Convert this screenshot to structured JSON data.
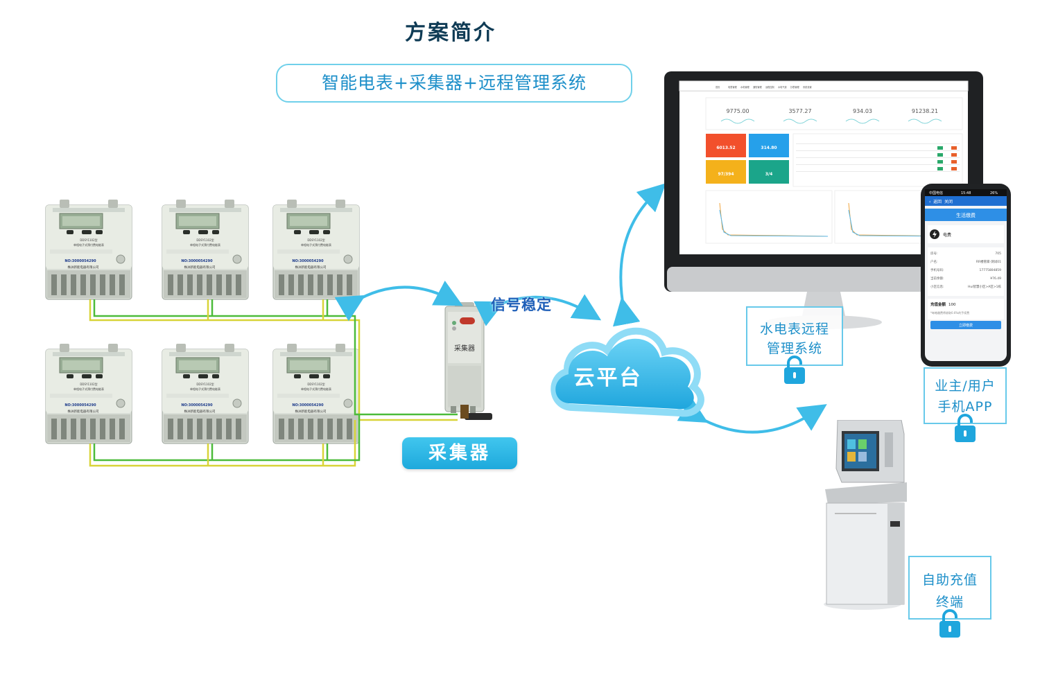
{
  "title": "方案简介",
  "subtitle": "智能电表+采集器+远程管理系统",
  "meter": {
    "serial": "NO:3000054290",
    "company": "株洲新能电器有限公司"
  },
  "collector": {
    "device_label": "采集器",
    "label": "采集器"
  },
  "signal_text": "信号稳定",
  "cloud_label": "云平台",
  "dashboard": {
    "nav": [
      "首页",
      "电表管理",
      "水电管理",
      "通知管理",
      "远程控制",
      "水电气费",
      "抄表管理",
      "系统设置"
    ],
    "stats": [
      "9775.00",
      "3577.27",
      "934.03",
      "91238.21"
    ],
    "tiles": [
      "6013.52",
      "314.80",
      "97/394",
      "3/4"
    ]
  },
  "phone": {
    "carrier": "中国电信",
    "time": "15:48",
    "battery": "26%",
    "nav_back": "返回",
    "nav_close": "关闭",
    "header": "生活缴费",
    "service": "电费",
    "rows": [
      {
        "k": "房号:",
        "v": "705"
      },
      {
        "k": "户名:",
        "v": "RR楼管家-测试01"
      },
      {
        "k": "手机号码:",
        "v": "17775804859"
      },
      {
        "k": "当前余额:",
        "v": "¥76.49"
      },
      {
        "k": "小区信息:",
        "v": "Hui智慧小区>A区>1栋"
      }
    ],
    "amount_label": "充值金额",
    "amount": "100",
    "note": "*每笔缴费将收取0.6%的手续费",
    "button": "立即缴费"
  },
  "boxes": {
    "system": [
      "水电表远程",
      "管理系统"
    ],
    "app": [
      "业主/用户",
      "手机APP"
    ],
    "terminal": [
      "自助充值",
      "终端"
    ]
  },
  "colors": {
    "accent": "#1d8fc9",
    "cloud": "#33b8ea",
    "arrow": "#3fbde8",
    "wire_yellow": "#d8d438",
    "wire_green": "#4cbb3a"
  }
}
